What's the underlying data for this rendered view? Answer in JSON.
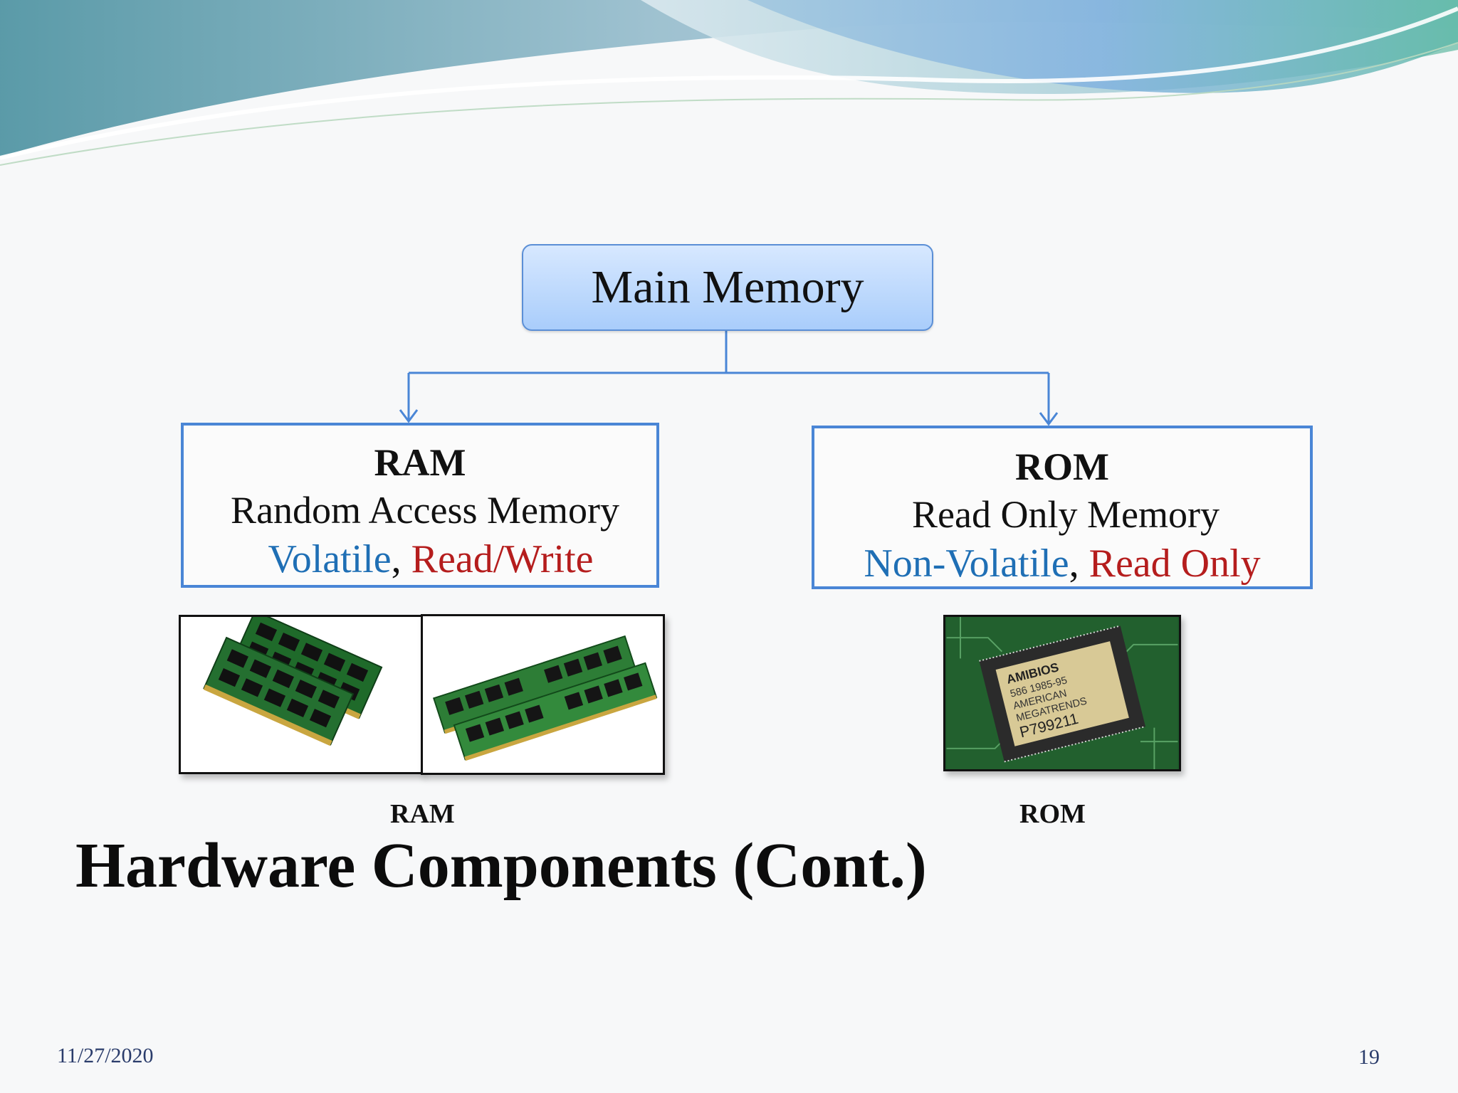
{
  "slide": {
    "title": "Hardware Components (Cont.)",
    "date": "11/27/2020",
    "page_number": "19"
  },
  "diagram": {
    "root": "Main Memory",
    "ram": {
      "title": "RAM",
      "full_name": "Random Access Memory",
      "prop_blue": "Volatile",
      "separator": ", ",
      "prop_red": "Read/Write"
    },
    "rom": {
      "title": "ROM",
      "full_name": "Read Only Memory",
      "prop_blue": "Non-Volatile",
      "separator": ", ",
      "prop_red": "Read Only"
    }
  },
  "images": {
    "ram_caption": "RAM",
    "rom_caption": "ROM",
    "rom_chip_text": [
      "AMIBIOS",
      "586 1985-95",
      "AMERICAN",
      "MEGATRENDS",
      "P799211"
    ]
  },
  "colors": {
    "accent_blue": "#4a86d6",
    "prop_blue": "#1f6fb5",
    "prop_red": "#b51d1d"
  }
}
